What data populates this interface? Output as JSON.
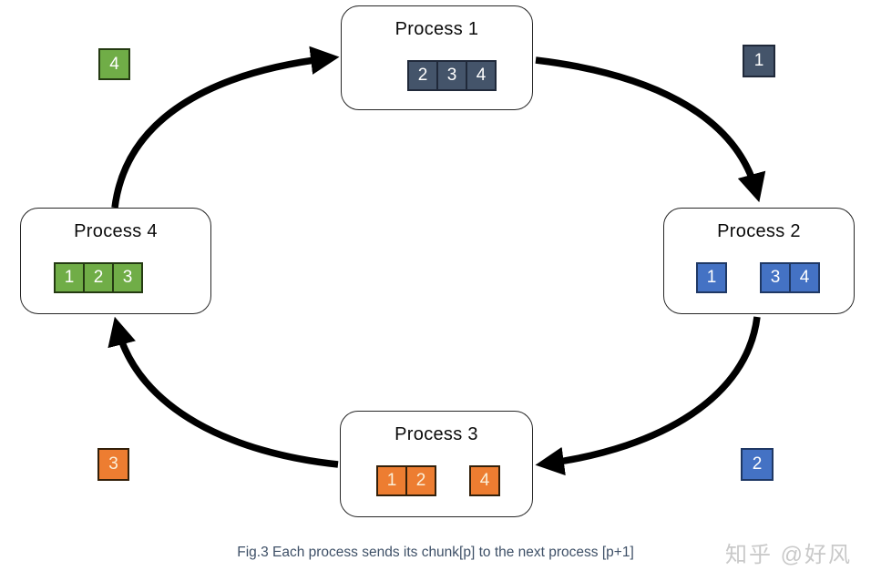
{
  "caption": "Fig.3 Each process sends its chunk[p] to the next process [p+1]",
  "watermark": "知乎 @好风",
  "colors": {
    "slate": "#44546A",
    "slate_border": "#20293A",
    "blue": "#4472C4",
    "blue_border": "#1F3864",
    "orange": "#ED7D31",
    "orange_border": "#33200A",
    "green": "#70AD47",
    "green_border": "#243A12",
    "arrow": "#000000",
    "caption_color": "#3E5067",
    "box_border": "#262626"
  },
  "processes": [
    {
      "name": "Process 1",
      "color": "slate",
      "groups": [
        {
          "cells": [
            "2",
            "3",
            "4"
          ]
        }
      ]
    },
    {
      "name": "Process 2",
      "color": "blue",
      "groups": [
        {
          "cells": [
            "1"
          ]
        },
        {
          "cells": [
            "3",
            "4"
          ]
        }
      ]
    },
    {
      "name": "Process 3",
      "color": "orange",
      "groups": [
        {
          "cells": [
            "1",
            "2"
          ]
        },
        {
          "cells": [
            "4"
          ]
        }
      ]
    },
    {
      "name": "Process 4",
      "color": "green",
      "groups": [
        {
          "cells": [
            "1",
            "2",
            "3"
          ]
        }
      ]
    }
  ],
  "satellites": [
    {
      "label": "4",
      "color": "green",
      "corner": "top-left"
    },
    {
      "label": "1",
      "color": "slate",
      "corner": "top-right"
    },
    {
      "label": "2",
      "color": "blue",
      "corner": "bottom-right"
    },
    {
      "label": "3",
      "color": "orange",
      "corner": "bottom-left"
    }
  ],
  "ring": {
    "direction": "clockwise",
    "links": [
      "Process 1 -> Process 2",
      "Process 2 -> Process 3",
      "Process 3 -> Process 4",
      "Process 4 -> Process 1"
    ]
  }
}
